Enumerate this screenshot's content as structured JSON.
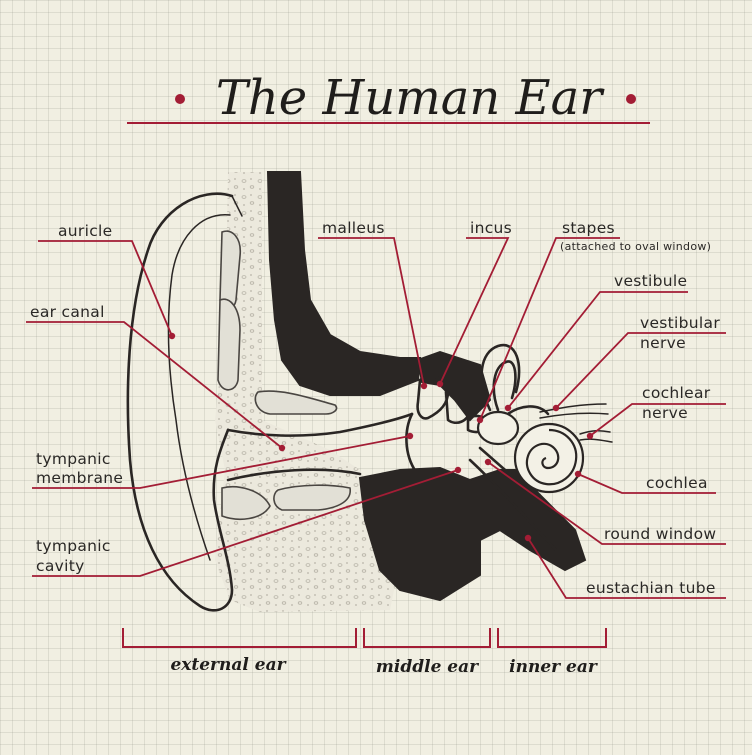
{
  "title": "The Human Ear",
  "labels": {
    "auricle": "auricle",
    "ear_canal": "ear canal",
    "tympanic_membrane_1": "tympanic",
    "tympanic_membrane_2": "membrane",
    "tympanic_cavity_1": "tympanic",
    "tympanic_cavity_2": "cavity",
    "malleus": "malleus",
    "incus": "incus",
    "stapes": "stapes",
    "stapes_note": "(attached to oval window)",
    "vestibule": "vestibule",
    "vestibular_nerve_1": "vestibular",
    "vestibular_nerve_2": "nerve",
    "cochlear_nerve_1": "cochlear",
    "cochlear_nerve_2": "nerve",
    "cochlea": "cochlea",
    "round_window": "round window",
    "eustachian_tube": "eustachian tube"
  },
  "sections": {
    "external": "external ear",
    "middle": "middle ear",
    "inner": "inner ear"
  },
  "colors": {
    "accent": "#a31d35",
    "ink": "#2a2624",
    "paper": "#f1efe2"
  }
}
